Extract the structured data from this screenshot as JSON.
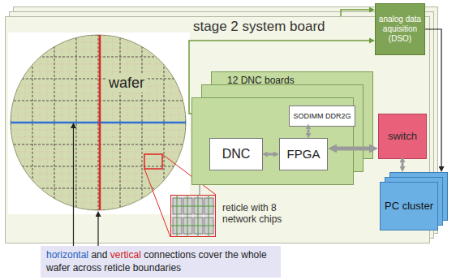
{
  "diagram": {
    "nodes": [
      {
        "text": [
          "stage 2 system board"
        ]
      },
      {
        "text": [
          "wafer"
        ],
        "in": 0
      },
      {
        "text": [
          "12 DNC boards"
        ],
        "in": 0
      },
      {
        "text": [
          "DNC"
        ],
        "in": 2
      },
      {
        "text": [
          "FPGA"
        ],
        "in": 2
      },
      {
        "text": [
          "SODIMM DDR2G"
        ],
        "in": 2
      },
      {
        "text": [
          "reticle with 8 network chips"
        ],
        "in": 0
      },
      {
        "text": [
          "analog data aquisition (DSO)"
        ]
      },
      {
        "text": [
          "switch"
        ]
      },
      {
        "text": [
          "PC cluster"
        ]
      },
      {
        "text": [
          "horizontal",
          "and",
          "vertical",
          "connections cover the whole wafer across reticle boundaries"
        ]
      }
    ],
    "edges": [
      {
        "from": 3,
        "to": 4,
        "arrow": "both"
      },
      {
        "from": 5,
        "to": 4,
        "arrow": "both"
      },
      {
        "from": 4,
        "to": 8,
        "arrow": "both"
      },
      {
        "from": 8,
        "to": 9,
        "arrow": "both"
      },
      {
        "from": 0,
        "to": 7,
        "arrow": "to"
      },
      {
        "from": 2,
        "to": 7,
        "arrow": "to"
      },
      {
        "from": 7,
        "to": 9,
        "arrow": "to"
      },
      {
        "from": 6,
        "to": 2,
        "arrow": "none"
      },
      {
        "from": 10,
        "to": 1,
        "arrow": "to"
      },
      {
        "from": 10,
        "to": 1,
        "arrow": "to"
      }
    ]
  }
}
